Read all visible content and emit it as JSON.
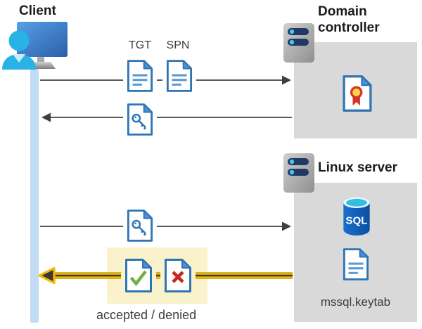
{
  "client": {
    "label": "Client"
  },
  "domain_controller": {
    "label": "Domain controller"
  },
  "linux_server": {
    "label": "Linux server",
    "keytab_label": "mssql.keytab"
  },
  "sql": {
    "label": "SQL"
  },
  "flows": {
    "tgt_label": "TGT",
    "spn_label": "SPN",
    "result_label": "accepted / denied"
  },
  "icons": {
    "client": "client-user-monitor-icon",
    "domain_controller_server": "server-icon",
    "linux_server": "server-icon",
    "tgt": "document-icon",
    "spn": "document-icon",
    "session_key": "key-document-icon",
    "certificate": "certificate-document-icon",
    "sql_database": "sql-database-icon",
    "keytab": "document-icon",
    "accepted": "check-document-icon",
    "denied": "x-document-icon"
  },
  "colors": {
    "doc_border_blue": "#2e75b6",
    "doc_line_blue": "#5b9bd5",
    "timeline_blue": "#c3dcf5",
    "arrow_gray": "#595959",
    "panel_gray": "#d9d9d9",
    "highlight_yellow": "#faf2cb",
    "arrow_yellow": "#f2ba00",
    "accepted_green": "#6fb040",
    "denied_red": "#c5281c",
    "sql_blue": "#0f5cb0",
    "client_cyan": "#28b2e6",
    "server_navy": "#203864",
    "seal_yellow": "#ffd34d",
    "seal_red": "#d6331f"
  }
}
